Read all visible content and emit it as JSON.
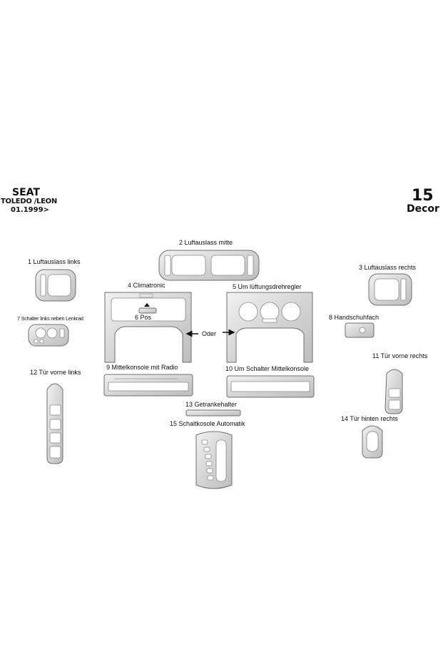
{
  "header": {
    "make": "SEAT",
    "model": "TOLEDO /LEON",
    "date": "01.1999>",
    "set_number": "15",
    "set_label": "Decor"
  },
  "parts": [
    {
      "id": "p1",
      "label": "1 Luftauslass links"
    },
    {
      "id": "p2",
      "label": "2 Luftauslass mitte"
    },
    {
      "id": "p3",
      "label": "3 Luftauslass rechts"
    },
    {
      "id": "p4",
      "label": "4 Climatronic"
    },
    {
      "id": "p5",
      "label": "5 Um lüftungsdrehregler"
    },
    {
      "id": "p6",
      "label": "6 Pos"
    },
    {
      "id": "p7",
      "label": "7 Schalter links neben Lenkrad"
    },
    {
      "id": "p8",
      "label": "8 Handschuhfach"
    },
    {
      "id": "p9",
      "label": "9 Mittelkonsole mit Radio"
    },
    {
      "id": "p10",
      "label": "10 Um Schalter Mittelkonsole"
    },
    {
      "id": "p11",
      "label": "11 Tür vorne rechts"
    },
    {
      "id": "p12",
      "label": "12 Tür vorne links"
    },
    {
      "id": "p13",
      "label": "13 Getrankehalter"
    },
    {
      "id": "p14",
      "label": "14 Tür hinten rechts"
    },
    {
      "id": "p15",
      "label": "15 Schaltkosole Automatik"
    }
  ],
  "connector": {
    "label": "Oder"
  },
  "colors": {
    "part_fill": "#d9d9d9",
    "part_stroke": "#6f6f6f",
    "text": "#111111"
  }
}
